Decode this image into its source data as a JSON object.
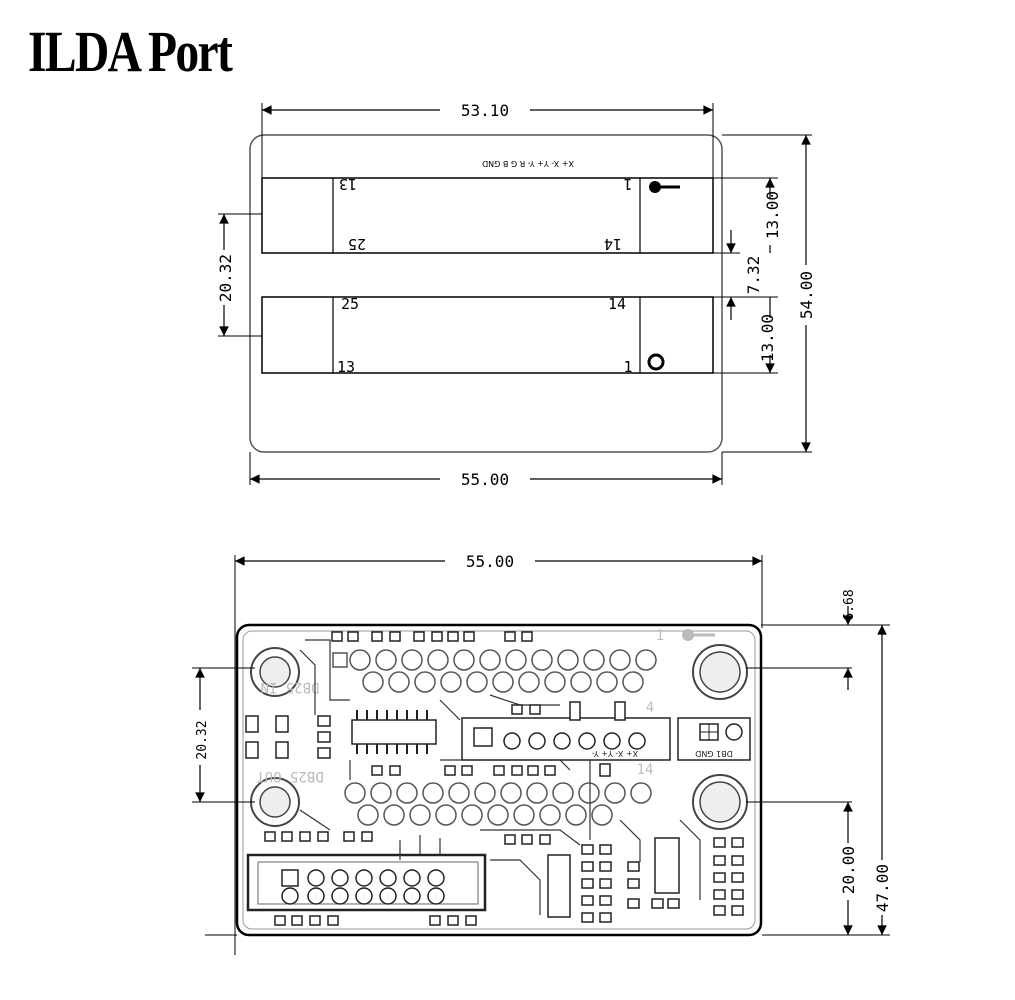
{
  "title": "ILDA Port",
  "top_view": {
    "dims": {
      "width_top": "53.10",
      "width_bottom": "55.00",
      "height_total": "54.00",
      "connector_height_a": "13.00",
      "connector_gap": "7.32",
      "connector_height_b": "13.00",
      "pin_spacing": "20.32"
    },
    "signals": "X+  X-  Y+  Y-  R  G  B  GND",
    "pins": {
      "upper_left_top": "13",
      "upper_right_top": "1",
      "upper_left_bottom": "25",
      "upper_right_bottom": "14",
      "lower_left_top": "25",
      "lower_right_top": "14",
      "lower_left_bottom": "13",
      "lower_right_bottom": "1"
    }
  },
  "pcb_view": {
    "dims": {
      "width": "55.00",
      "top_offset": "6.68",
      "height_total": "47.00",
      "hole_spacing_right": "20.00",
      "hole_spacing_left": "20.32"
    },
    "silkscreen": {
      "in_label": "DB25 IN",
      "out_label": "DB25 OUT",
      "pin1": "1",
      "pin4": "4",
      "pin14": "14",
      "signals_left": "X+ X- Y+ Y-",
      "signals_right": "DB1 GND"
    }
  }
}
